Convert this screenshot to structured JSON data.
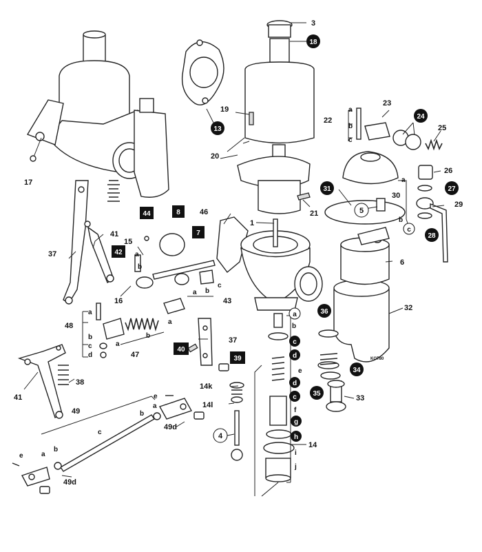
{
  "diagram": {
    "callouts": {
      "c1": "1",
      "c3": "3",
      "c4": "4",
      "c5": "5",
      "c6": "6",
      "c7": "7",
      "c8": "8",
      "c13": "13",
      "c14": "14",
      "c15": "15",
      "c16": "16",
      "c17": "17",
      "c18": "18",
      "c19": "19",
      "c20": "20",
      "c21": "21",
      "c22": "22",
      "c23": "23",
      "c24": "24",
      "c25": "25",
      "c26": "26",
      "c27": "27",
      "c28": "28",
      "c29": "29",
      "c30": "30",
      "c31": "31",
      "c32": "32",
      "c33": "33",
      "c34": "34",
      "c35": "35",
      "c36": "36",
      "c37a": "37",
      "c37b": "37",
      "c38": "38",
      "c39": "39",
      "c40": "40",
      "c41a": "41",
      "c41b": "41",
      "c42": "42",
      "c43": "43",
      "c44": "44",
      "c46": "46",
      "c47": "47",
      "c48": "48",
      "c49": "49",
      "c49d_a": "49d",
      "c49d_b": "49d",
      "c14k": "14k",
      "c14l": "14l"
    },
    "sub": {
      "a": "a",
      "b": "b",
      "c": "c",
      "d": "d",
      "e": "e",
      "f": "f",
      "g": "g",
      "h": "h",
      "i": "i",
      "j": "j"
    },
    "stamp": "KOT80"
  }
}
